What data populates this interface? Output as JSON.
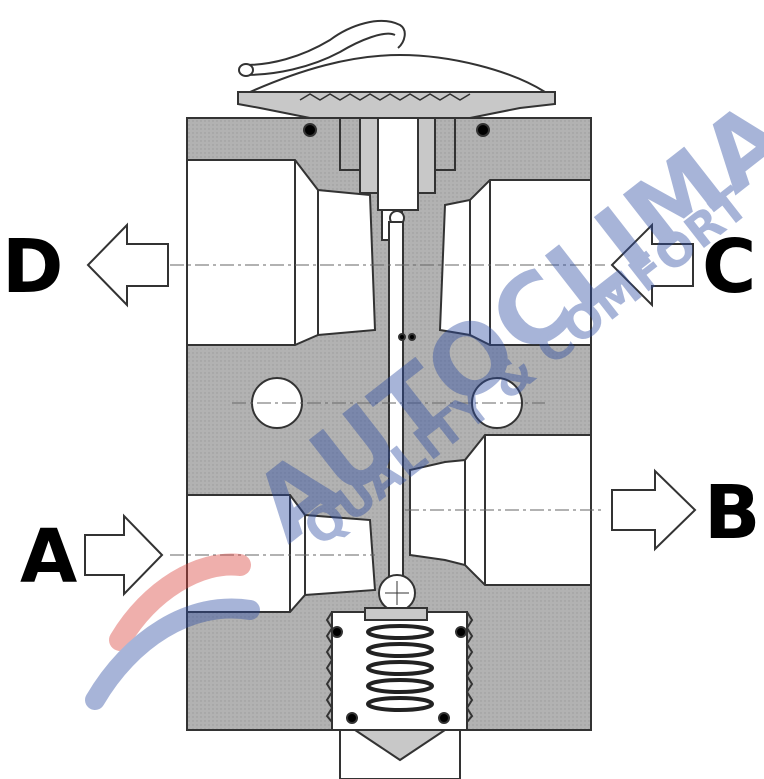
{
  "ports": {
    "a": "A",
    "b": "B",
    "c": "C",
    "d": "D"
  },
  "watermark": {
    "brand": "AUTOCLIMA",
    "tagline": "QUALITY & COMFORT",
    "colors": {
      "blue": "#2e4ea3",
      "red": "#d9403a"
    }
  },
  "colors": {
    "body": "#a9a9a9",
    "cavity": "#ffffff",
    "stroke": "#333333",
    "arrow_fill": "#ffffff"
  }
}
